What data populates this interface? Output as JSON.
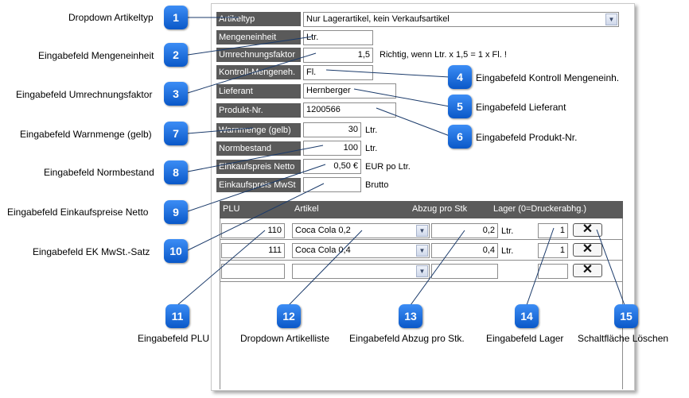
{
  "form": {
    "artikeltyp": {
      "label": "Artikeltyp",
      "value": "Nur Lagerartikel, kein Verkaufsartikel"
    },
    "mengeneinheit": {
      "label": "Mengeneinheit",
      "value": "Ltr."
    },
    "umrechnungsfaktor": {
      "label": "Umrechnungsfaktor",
      "value": "1,5",
      "note": "Richtig, wenn Ltr. x 1,5 = 1 x Fl. !"
    },
    "kontroll": {
      "label": "Kontroll-Mengeneh.",
      "value": "Fl."
    },
    "lieferant": {
      "label": "Lieferant",
      "value": "Hernberger"
    },
    "produktnr": {
      "label": "Produkt-Nr.",
      "value": "1200566"
    },
    "warnmenge": {
      "label": "Warnmenge (gelb)",
      "value": "30",
      "unit": "Ltr."
    },
    "normbestand": {
      "label": "Normbestand",
      "value": "100",
      "unit": "Ltr."
    },
    "ek_netto": {
      "label": "Einkaufspreis Netto",
      "value": "0,50 €",
      "unit": "EUR po Ltr."
    },
    "ek_mwst": {
      "label": "Einkaufspreis MwSt",
      "value": "",
      "unit": "Brutto"
    }
  },
  "table": {
    "headers": {
      "plu": "PLU",
      "artikel": "Artikel",
      "abzug": "Abzug pro Stk",
      "lager": "Lager (0=Druckerabhg.)"
    },
    "rows": [
      {
        "plu": "110",
        "artikel": "Coca Cola 0,2",
        "abzug": "0,2",
        "unit": "Ltr.",
        "lager": "1"
      },
      {
        "plu": "111",
        "artikel": "Coca Cola 0,4",
        "abzug": "0,4",
        "unit": "Ltr.",
        "lager": "1"
      },
      {
        "plu": "",
        "artikel": "",
        "abzug": "",
        "unit": "",
        "lager": ""
      }
    ],
    "delete_glyph": "✕"
  },
  "callouts": [
    {
      "n": "1",
      "text": "Dropdown Artikeltyp"
    },
    {
      "n": "2",
      "text": "Eingabefeld Mengeneinheit"
    },
    {
      "n": "3",
      "text": "Eingabefeld Umrechnungsfaktor"
    },
    {
      "n": "4",
      "text": "Eingabefeld Kontroll Mengeneinh."
    },
    {
      "n": "5",
      "text": "Eingabefeld Lieferant"
    },
    {
      "n": "6",
      "text": "Eingabefeld Produkt-Nr."
    },
    {
      "n": "7",
      "text": "Eingabefeld Warnmenge (gelb)"
    },
    {
      "n": "8",
      "text": "Eingabefeld Normbestand"
    },
    {
      "n": "9",
      "text": "Eingabefeld Einkaufspreise Netto"
    },
    {
      "n": "10",
      "text": "Eingabefeld EK MwSt.-Satz"
    },
    {
      "n": "11",
      "text": "Eingabefeld PLU"
    },
    {
      "n": "12",
      "text": "Dropdown Artikelliste"
    },
    {
      "n": "13",
      "text": "Eingabefeld Abzug pro Stk."
    },
    {
      "n": "14",
      "text": "Eingabefeld Lager"
    },
    {
      "n": "15",
      "text": "Schaltfläche Löschen"
    }
  ],
  "colors": {
    "badge": "#1a6fe0",
    "label_bg": "#5a5a5a"
  }
}
